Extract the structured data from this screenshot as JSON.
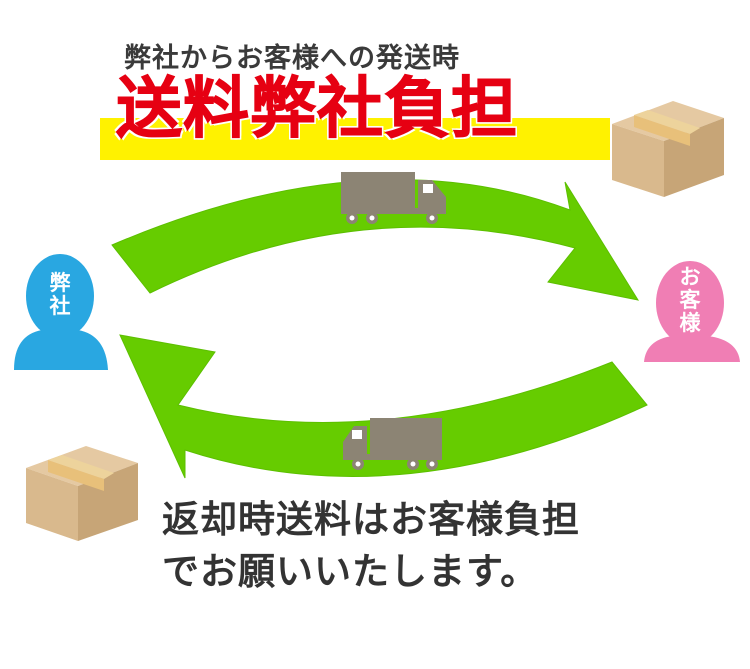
{
  "subtitle": "弊社からお客様への発送時",
  "title": "送料弊社負担",
  "nodes": {
    "company_label": "弊\n社",
    "customer_label": "お\n客\n様"
  },
  "notice": {
    "line1": "返却時送料はお客様負担",
    "line2": "でお願いいたします。"
  },
  "colors": {
    "arrow": "#66cc00",
    "title_red": "#e60012",
    "highlight": "#fff200",
    "company": "#29a7e1",
    "customer": "#f07eb4",
    "truck": "#8c8474",
    "box": "#d9b98d"
  },
  "icons": [
    "truck-icon",
    "cardboard-box-icon",
    "person-icon",
    "curved-arrow-icon"
  ]
}
